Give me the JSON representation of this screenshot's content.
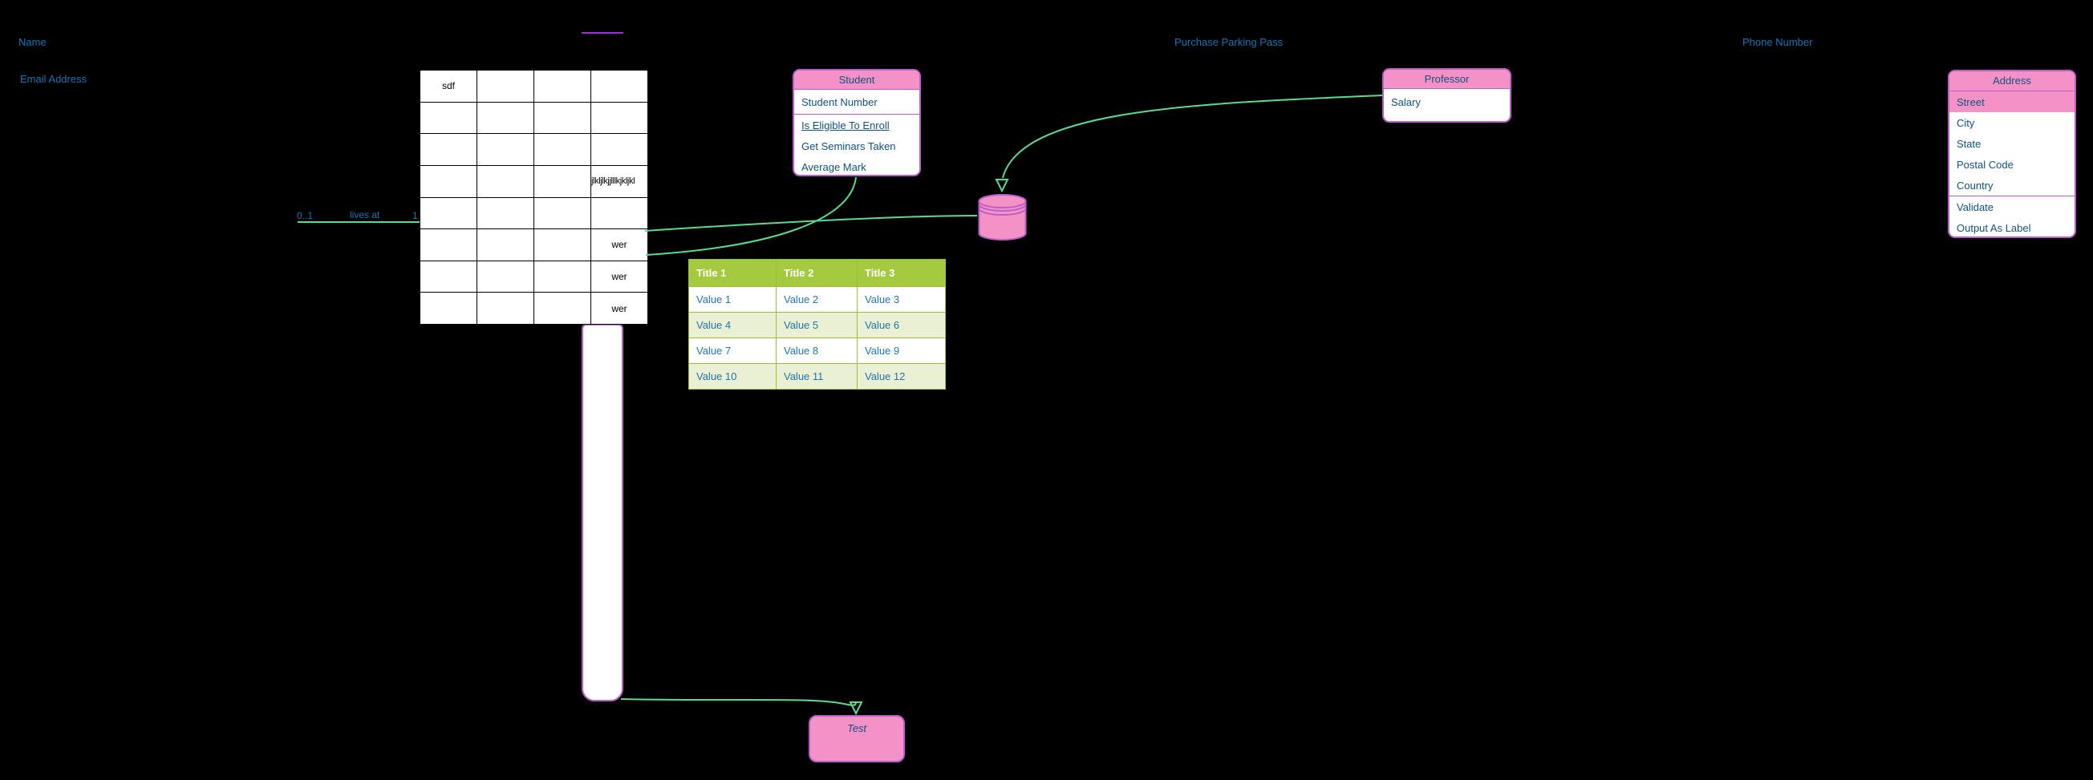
{
  "diagram": {
    "background": "#000000",
    "labels": {
      "name": "Name",
      "email_address": "Email Address",
      "purchase_parking_pass": "Purchase Parking Pass",
      "phone_number": "Phone Number"
    },
    "lives_at_edge": {
      "label": "lives at",
      "source_multiplicity": "0..1",
      "target_multiplicity": "1"
    },
    "grid_table": {
      "rows": 8,
      "cols": 4,
      "cells": {
        "r1c1": "sdf",
        "r4c4": "jlkljlkjjlllkjkljkl",
        "r6c4": "wer",
        "r7c4": "wer",
        "r8c4": "wer"
      }
    },
    "student_entity": {
      "title": "Student",
      "attributes": [
        "Student Number"
      ],
      "methods": [
        "Is Eligible To Enroll",
        "Get Seminars Taken",
        "Average Mark"
      ]
    },
    "professor_entity": {
      "title": "Professor",
      "attributes": [
        "Salary"
      ]
    },
    "address_entity": {
      "title": "Address",
      "attributes": [
        "Street",
        "City",
        "State",
        "Postal Code",
        "Country"
      ],
      "methods": [
        "Validate",
        "Output As Label"
      ]
    },
    "value_table": {
      "headers": [
        "Title 1",
        "Title 2",
        "Title 3"
      ],
      "rows": [
        [
          "Value 1",
          "Value 2",
          "Value 3"
        ],
        [
          "Value 4",
          "Value 5",
          "Value 6"
        ],
        [
          "Value 7",
          "Value 8",
          "Value 9"
        ],
        [
          "Value 10",
          "Value 11",
          "Value 12"
        ]
      ]
    },
    "test_node": {
      "title": "Test"
    },
    "colors": {
      "shape_fill_pink": "#F492C7",
      "shape_stroke_purple": "#BC5FC9",
      "connector_green": "#5ADB90",
      "table_header_green": "#A5C93F",
      "table_row_green": "#E9F0D4",
      "table_border_green": "#9CBE37",
      "label_blue": "#1874B0",
      "entity_text_blue": "#11527E",
      "value_text_blue": "#2176AE",
      "purple_segment": "#9B33D4"
    }
  }
}
